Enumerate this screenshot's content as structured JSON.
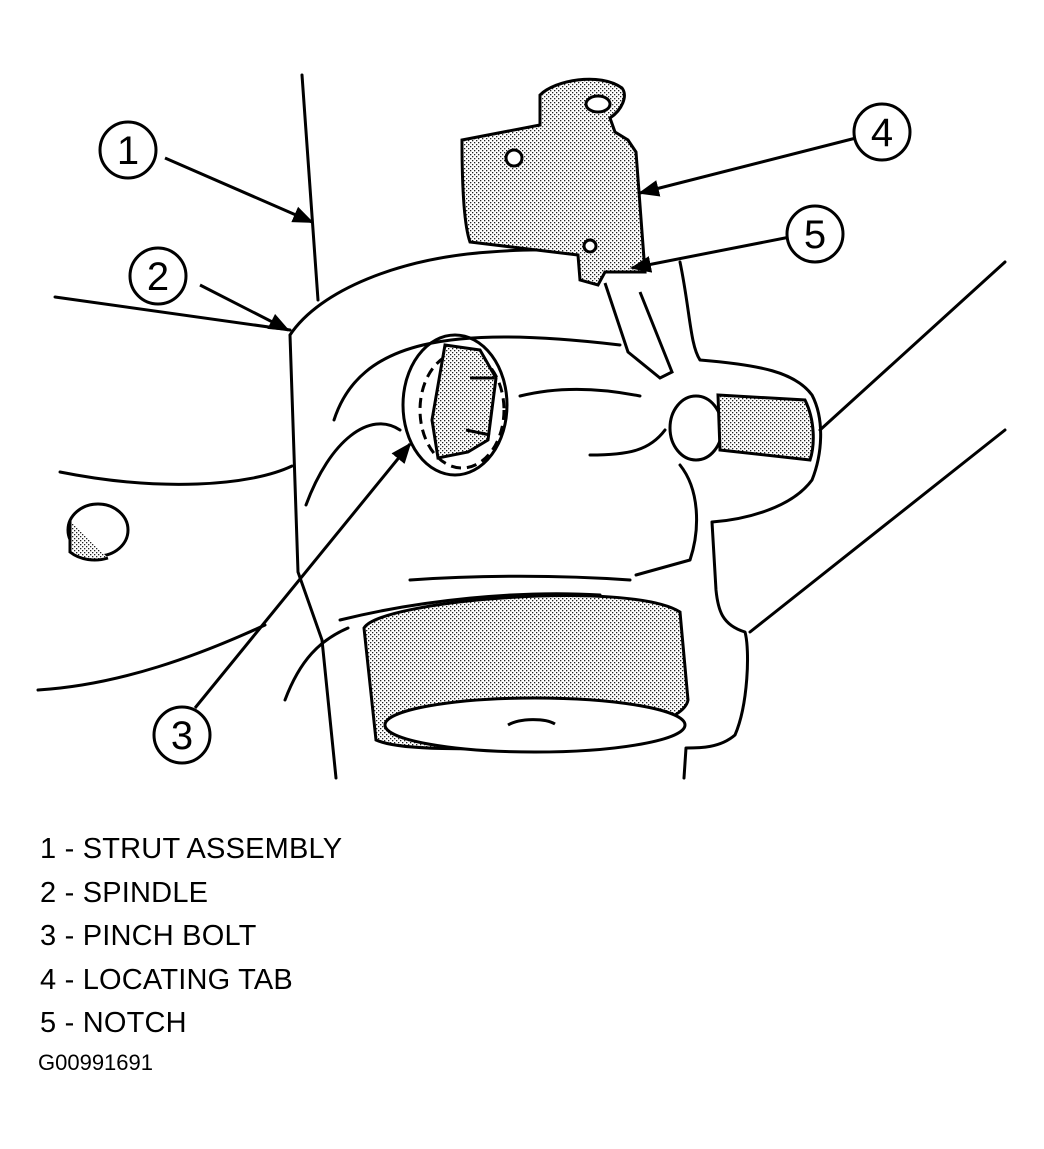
{
  "callouts": [
    {
      "number": "1",
      "label": "STRUT ASSEMBLY"
    },
    {
      "number": "2",
      "label": "SPINDLE"
    },
    {
      "number": "3",
      "label": "PINCH BOLT"
    },
    {
      "number": "4",
      "label": "LOCATING TAB"
    },
    {
      "number": "5",
      "label": "NOTCH"
    }
  ],
  "legend": [
    "1 - STRUT ASSEMBLY",
    "2 - SPINDLE",
    "3 - PINCH BOLT",
    "4 - LOCATING TAB",
    "5 - NOTCH"
  ],
  "figure_code": "G00991691"
}
